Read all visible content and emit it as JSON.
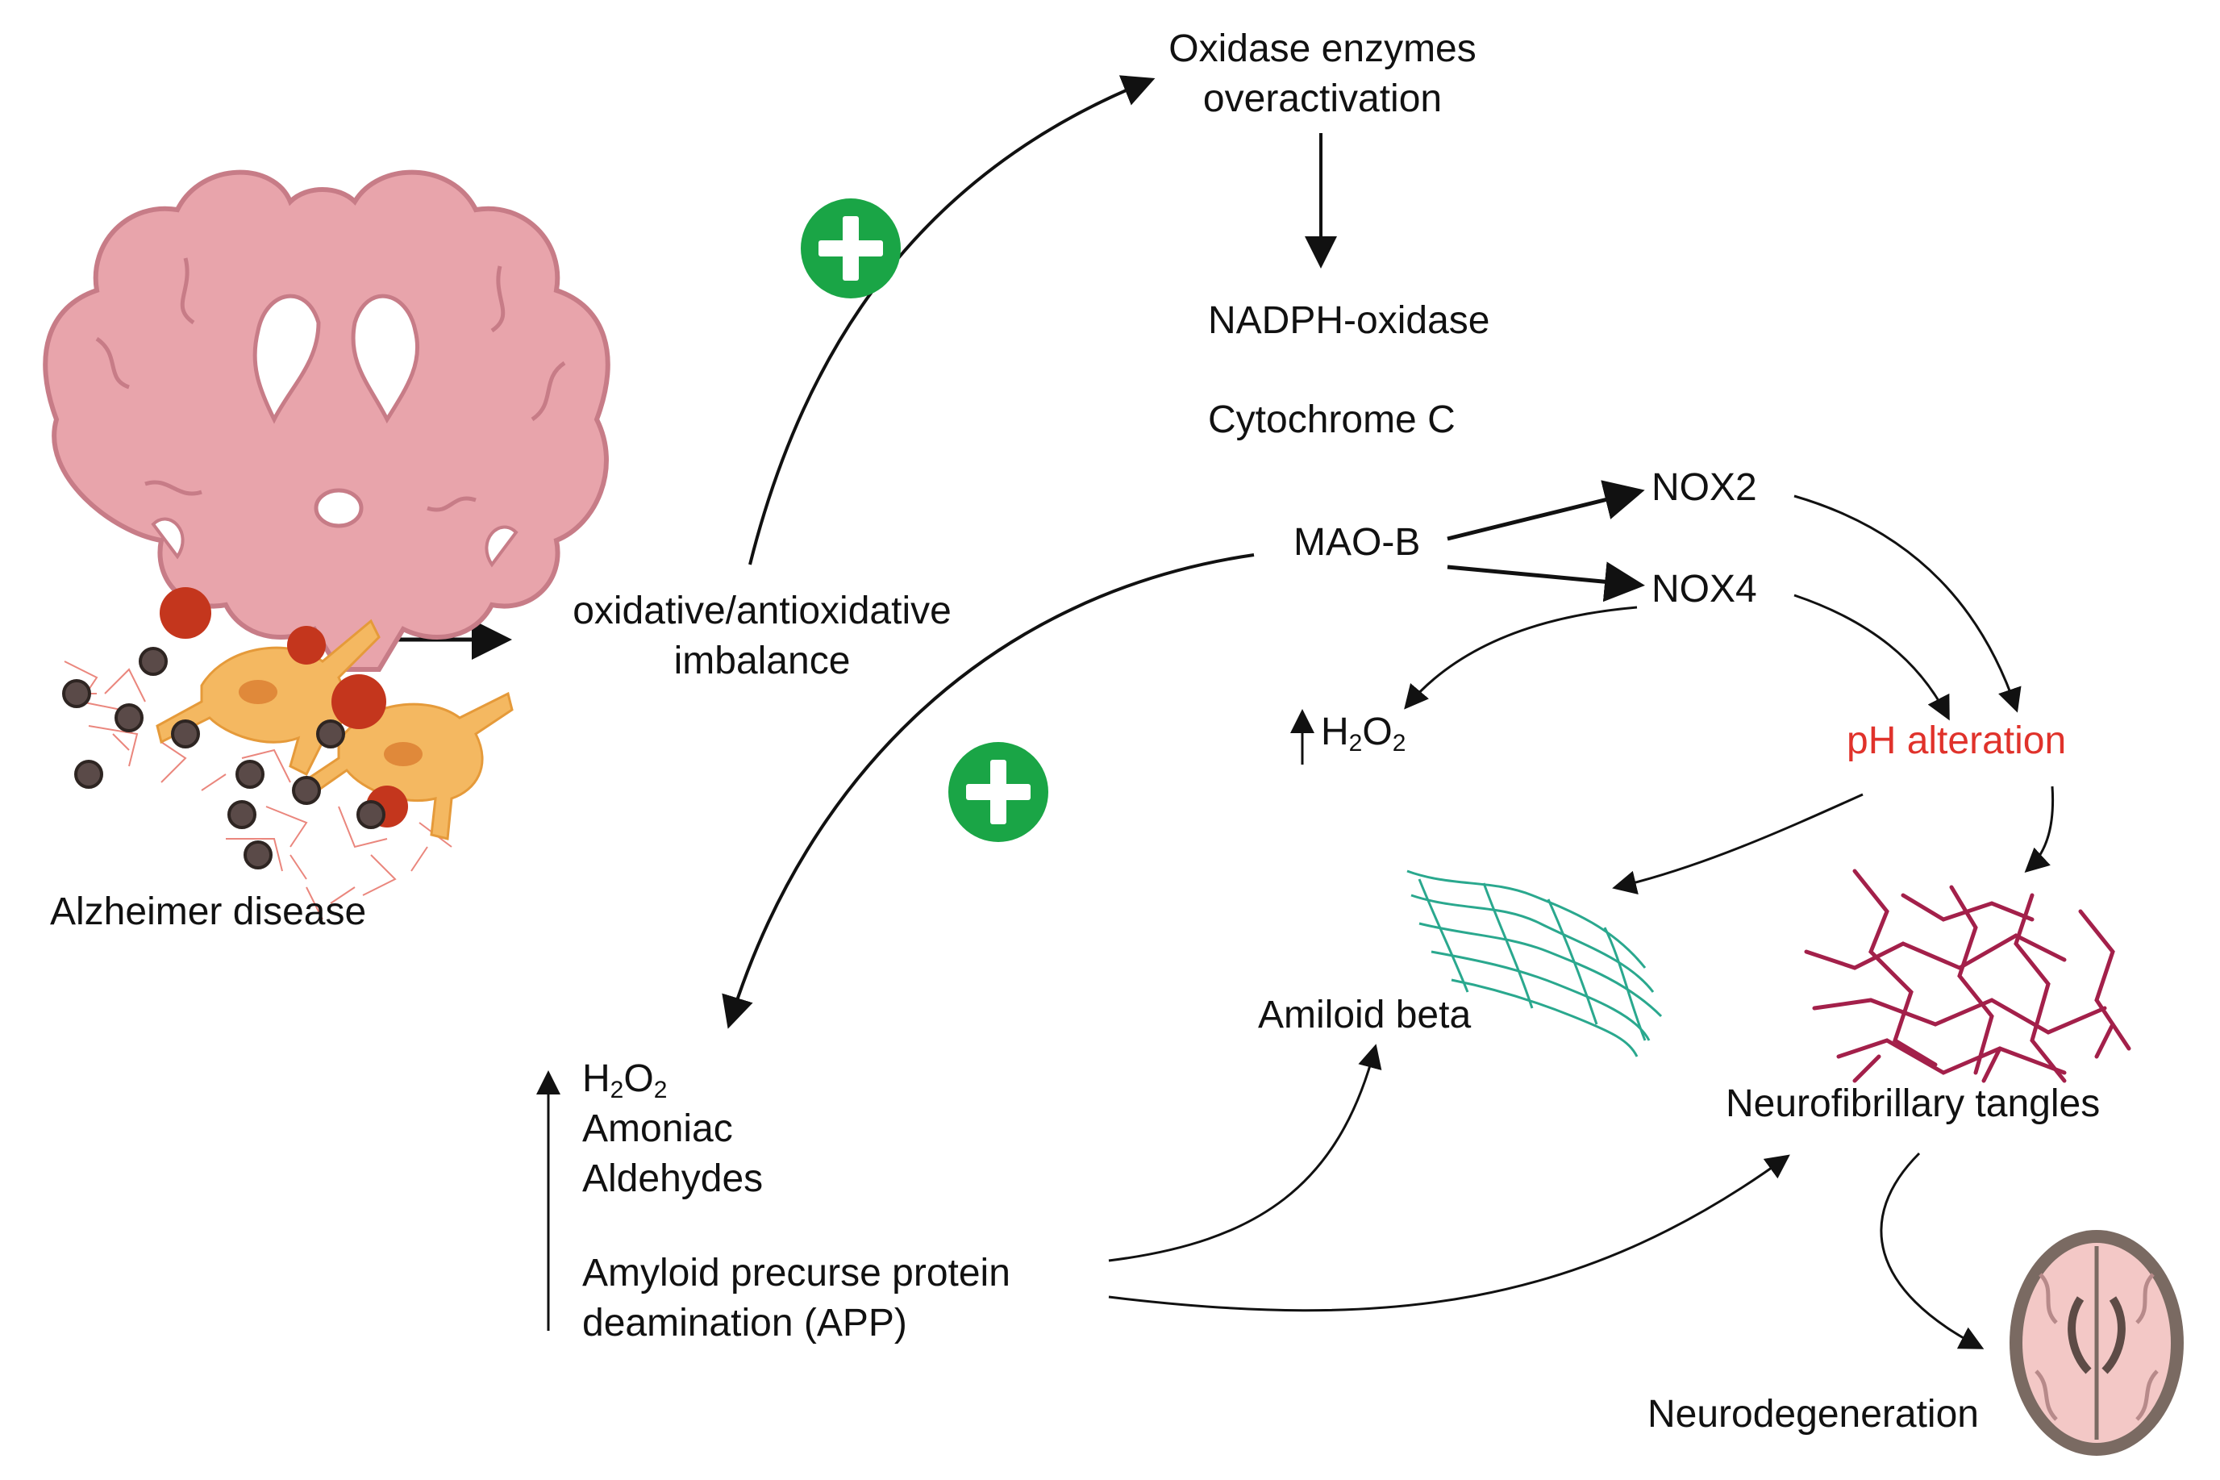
{
  "labels": {
    "oxidase_1": "Oxidase enzymes",
    "oxidase_2": "overactivation",
    "nadph": "NADPH-oxidase",
    "cytochrome": "Cytochrome C",
    "maob": "MAO-B",
    "nox2": "NOX2",
    "nox4": "NOX4",
    "imbalance_1": "oxidative/antioxidative",
    "imbalance_2": "imbalance",
    "h2o2_small": {
      "h": "H",
      "sub2a": "2",
      "o": "O",
      "sub2b": "2"
    },
    "ph": "pH alteration",
    "alzheimer": "Alzheimer disease",
    "amyloid_beta": "Amiloid beta",
    "tangles": "Neurofibrillary  tangles",
    "neurodegeneration": "Neurodegeneration",
    "list_h2o2": {
      "h": "H",
      "sub2a": "2",
      "o": "O",
      "sub2b": "2"
    },
    "amoniac": "Amoniac",
    "aldehydes": "Aldehydes",
    "app_1": "Amyloid precurse protein",
    "app_2": "deamination (APP)"
  },
  "colors": {
    "ph_text": "#e0322b",
    "plus_badge": "#1aa546",
    "brain_pink": "#e8a4ab",
    "amyloid": "#2aa88e",
    "tangles": "#a3204a",
    "neuron": "#f4b861",
    "plaque": "#c4361d"
  },
  "icons": [
    "plus-icon",
    "plus-icon",
    "coronal-brain-icon",
    "neuron-icon",
    "amyloid-fibrils-icon",
    "tangles-icon",
    "axial-brain-icon"
  ]
}
